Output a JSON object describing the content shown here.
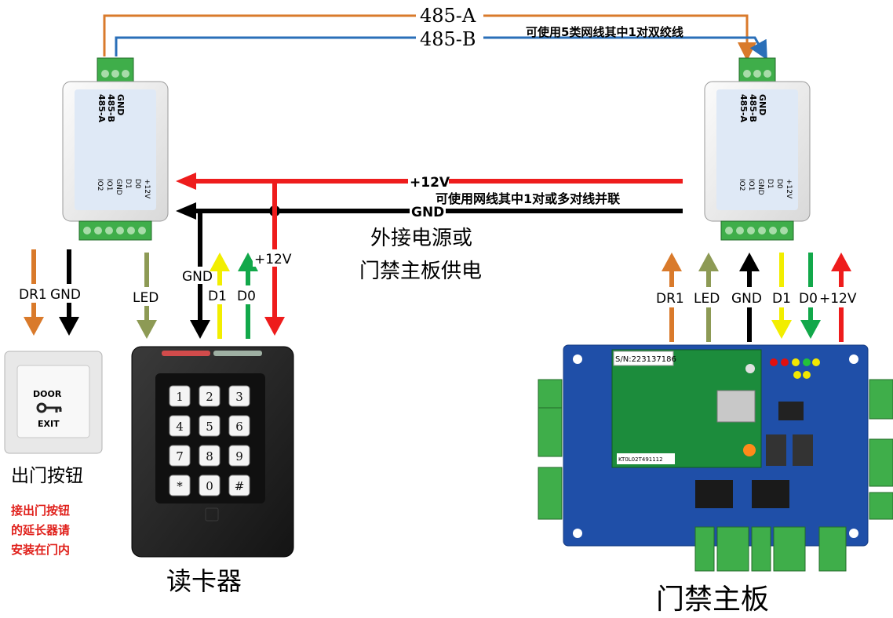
{
  "bus": {
    "a_label": "485-A",
    "b_label": "485-B",
    "note": "可使用5类网线其中1对双绞线"
  },
  "extender": {
    "top_labels": [
      "GND",
      "485-B",
      "485-A"
    ],
    "bottom_labels": [
      "+12V",
      "D0",
      "D1",
      "GND",
      "IO1",
      "IO2"
    ]
  },
  "power": {
    "v12_label": "+12V",
    "gnd_label": "GND",
    "note": "可使用网线其中1对或多对线并联",
    "source_line1": "外接电源或",
    "source_line2": "门禁主板供电"
  },
  "left_signals": {
    "dr1": "DR1",
    "gnd": "GND",
    "led": "LED",
    "gnd2": "GND",
    "d1": "D1",
    "d0": "D0",
    "v12": "+12V"
  },
  "right_signals": {
    "dr1": "DR1",
    "led": "LED",
    "gnd": "GND",
    "d1": "D1",
    "d0": "D0",
    "v12": "+12V"
  },
  "exit_button": {
    "plate_top": "DOOR",
    "plate_bottom": "EXIT",
    "caption": "出门按钮",
    "note_line1": "接出门按钮",
    "note_line2": "的延长器请",
    "note_line3": "安装在门内"
  },
  "reader": {
    "caption": "读卡器",
    "keys": [
      "1",
      "2",
      "3",
      "4",
      "5",
      "6",
      "7",
      "8",
      "9",
      "*",
      "0",
      "#"
    ]
  },
  "controller": {
    "caption": "门禁主板",
    "serial": "S/N:223137186",
    "sticker": "KT0L02T491112"
  },
  "colors": {
    "orange": "#d97a2b",
    "blue": "#2a6fb8",
    "red": "#ee1c1c",
    "black": "#000000",
    "olive": "#8d9a55",
    "yellow": "#f2ee00",
    "green": "#12a84a",
    "board_blue": "#1f4fa8",
    "pcb_green": "#1c8c3c",
    "terminal_green": "#3fae4a",
    "note_red": "#e0201b"
  }
}
